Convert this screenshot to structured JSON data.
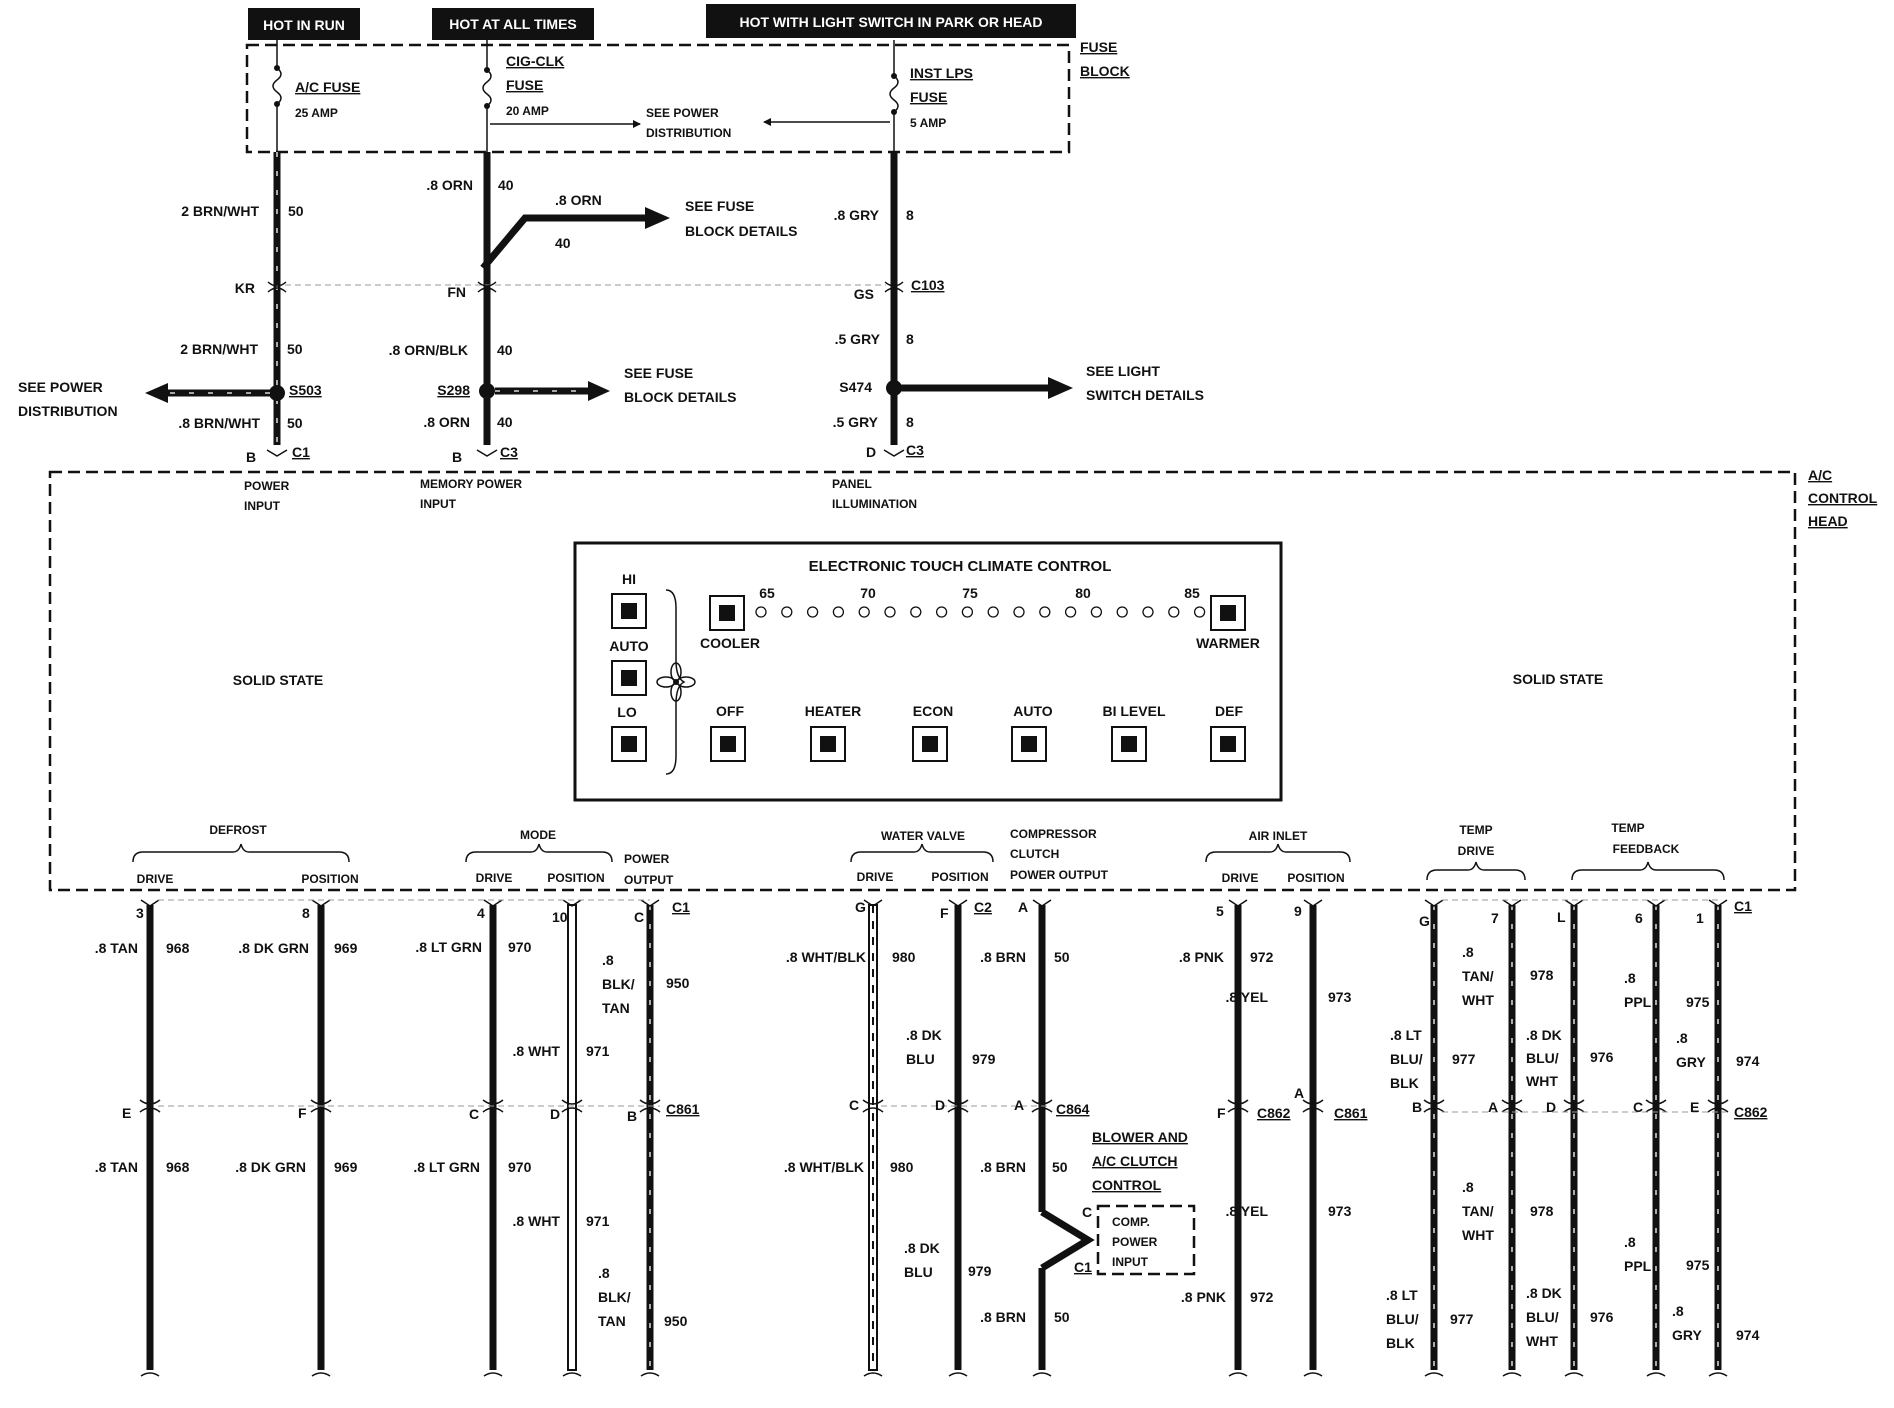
{
  "power": {
    "hot_in_run": "HOT IN RUN",
    "hot_at_all_times": "HOT AT ALL TIMES",
    "hot_with_light_switch": "HOT WITH LIGHT SWITCH IN PARK OR HEAD"
  },
  "fuse_block": {
    "label1": "FUSE",
    "label2": "BLOCK",
    "ac_fuse": "A/C FUSE",
    "ac_amp": "25 AMP",
    "cig_clk": "CIG-CLK",
    "cig_fuse": "FUSE",
    "cig_amp": "20 AMP",
    "inst_lps": "INST LPS",
    "inst_fuse": "FUSE",
    "inst_amp": "5 AMP",
    "see_power_1": "SEE POWER",
    "see_power_2": "DISTRIBUTION"
  },
  "upper": {
    "w1_a": "2 BRN/WHT",
    "w1_a_num": "50",
    "w2_a": ".8 ORN",
    "w2_a_num": "40",
    "w2_branch": ".8 ORN",
    "w2_branch_num": "40",
    "see_fuse_1a": "SEE FUSE",
    "see_fuse_1b": "BLOCK DETAILS",
    "w3_a": ".8 GRY",
    "w3_a_num": "8",
    "conn_kr": "KR",
    "conn_fn": "FN",
    "conn_gs": "GS",
    "conn_c103": "C103",
    "w1_b": "2 BRN/WHT",
    "w1_b_num": "50",
    "w2_b": ".8 ORN/BLK",
    "w2_b_num": "40",
    "w3_b": ".5 GRY",
    "w3_b_num": "8",
    "see_power_left_1": "SEE POWER",
    "see_power_left_2": "DISTRIBUTION",
    "s503": "S503",
    "s298": "S298",
    "s474": "S474",
    "see_fuse_2a": "SEE FUSE",
    "see_fuse_2b": "BLOCK DETAILS",
    "see_light_1": "SEE LIGHT",
    "see_light_2": "SWITCH DETAILS",
    "w1_c": ".8 BRN/WHT",
    "w1_c_num": "50",
    "w2_c": ".8 ORN",
    "w2_c_num": "40",
    "w3_c": ".5 GRY",
    "w3_c_num": "8",
    "pin_b1": "B",
    "c1": "C1",
    "pin_b2": "B",
    "c3a": "C3",
    "pin_d": "D",
    "c3b": "C3",
    "power_input_1": "POWER",
    "power_input_2": "INPUT",
    "memory_1": "MEMORY POWER",
    "memory_2": "INPUT",
    "panel_1": "PANEL",
    "panel_2": "ILLUMINATION"
  },
  "control_head": {
    "label1": "A/C",
    "label2": "CONTROL",
    "label3": "HEAD",
    "solid_state_left": "SOLID STATE",
    "solid_state_right": "SOLID STATE"
  },
  "panel": {
    "title": "ELECTRONIC TOUCH CLIMATE CONTROL",
    "hi": "HI",
    "auto_fan": "AUTO",
    "lo": "LO",
    "cooler": "COOLER",
    "warmer": "WARMER",
    "t65": "65",
    "t70": "70",
    "t75": "75",
    "t80": "80",
    "t85": "85",
    "off": "OFF",
    "heater": "HEATER",
    "econ": "ECON",
    "auto": "AUTO",
    "bilevel": "BI LEVEL",
    "def": "DEF"
  },
  "groups": {
    "defrost": "DEFROST",
    "mode": "MODE",
    "water_valve": "WATER VALVE",
    "air_inlet": "AIR INLET",
    "temp_drive_1": "TEMP",
    "temp_drive_2": "DRIVE",
    "temp_fb_1": "TEMP",
    "temp_fb_2": "FEEDBACK",
    "drive1": "DRIVE",
    "position1": "POSITION",
    "drive2": "DRIVE",
    "position2": "POSITION",
    "drive3": "DRIVE",
    "position3": "POSITION",
    "drive4": "DRIVE",
    "position4": "POSITION",
    "power_output_1": "POWER",
    "power_output_2": "OUTPUT",
    "comp_1": "COMPRESSOR",
    "comp_2": "CLUTCH",
    "comp_3": "POWER OUTPUT"
  },
  "lower": {
    "p3": "3",
    "p8": "8",
    "p4": "4",
    "p10": "10",
    "pC": "C",
    "c1a": "C1",
    "pG": "G",
    "pF": "F",
    "c2": "C2",
    "pA": "A",
    "p5": "5",
    "p9": "9",
    "pG2": "G",
    "p7": "7",
    "pL": "L",
    "p6": "6",
    "p1": "1",
    "c1b": "C1",
    "w968": ".8 TAN",
    "n968": "968",
    "w969": ".8 DK GRN",
    "n969": "969",
    "w970": ".8 LT GRN",
    "n970": "970",
    "w971": ".8 WHT",
    "n971": "971",
    "w950_1": ".8",
    "w950_2": "BLK/",
    "w950_3": "TAN",
    "n950": "950",
    "w980": ".8 WHT/BLK",
    "n980": "980",
    "w979_1": ".8 DK",
    "w979_2": "BLU",
    "n979": "979",
    "w50": ".8 BRN",
    "n50": "50",
    "w972": ".8 PNK",
    "n972": "972",
    "w973": ".8 YEL",
    "n973": "973",
    "w977_1": ".8 LT",
    "w977_2": "BLU/",
    "w977_3": "BLK",
    "n977": "977",
    "w978_1": ".8",
    "w978_2": "TAN/",
    "w978_3": "WHT",
    "n978": "978",
    "w976_1": ".8 DK",
    "w976_2": "BLU/",
    "w976_3": "WHT",
    "n976": "976",
    "w975_1": ".8",
    "w975_2": "PPL",
    "n975": "975",
    "w974_1": ".8",
    "w974_2": "GRY",
    "n974": "974",
    "cE": "E",
    "cF": "F",
    "cC": "C",
    "cD": "D",
    "cB": "B",
    "c861a": "C861",
    "cC2": "C",
    "cD2": "D",
    "cA": "A",
    "c864": "C864",
    "cF2": "F",
    "c862a": "C862",
    "cA2": "A",
    "c861b": "C861",
    "cB2": "B",
    "cA3": "A",
    "cD3": "D",
    "cC3": "C",
    "cE2": "E",
    "c862b": "C862",
    "blower_1": "BLOWER AND",
    "blower_2": "A/C CLUTCH",
    "blower_3": "CONTROL",
    "comp_in_1": "COMP.",
    "comp_in_2": "POWER",
    "comp_in_3": "INPUT",
    "cC_in": "C",
    "c1_in": "C1"
  }
}
